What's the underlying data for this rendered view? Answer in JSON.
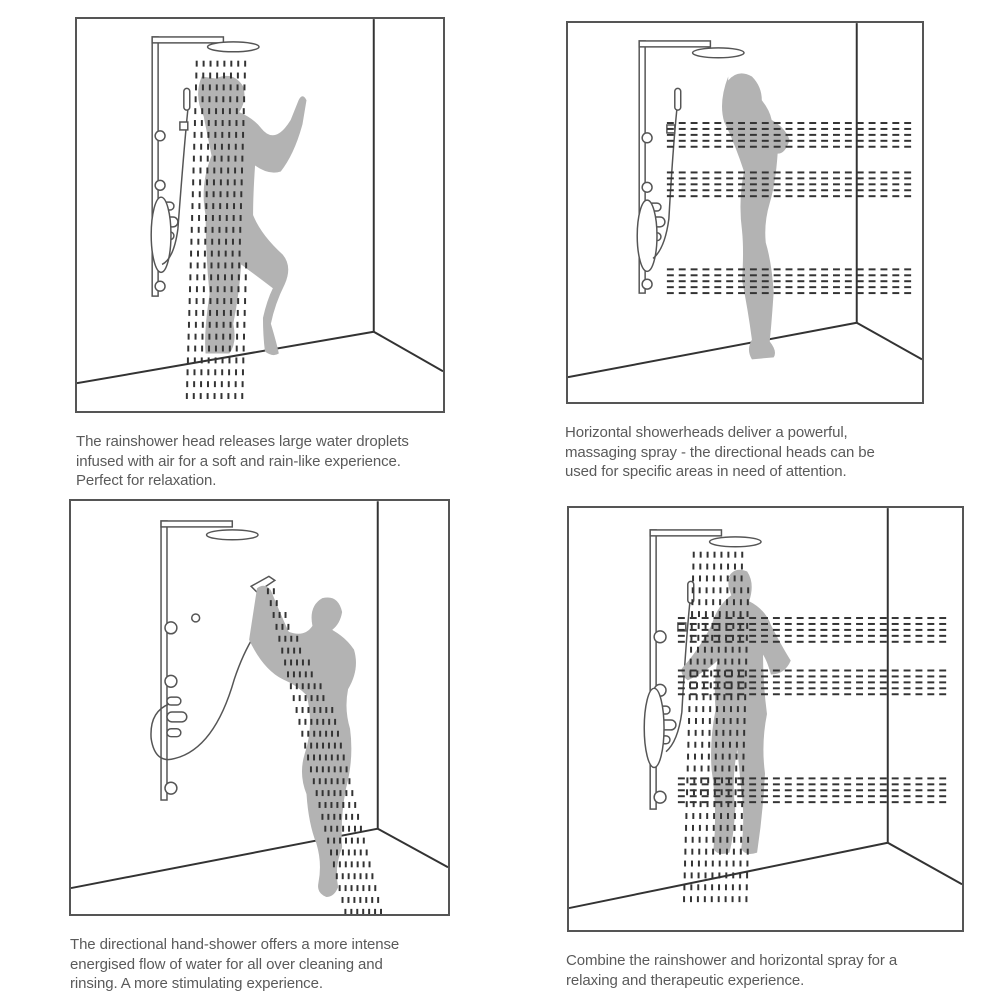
{
  "panels": [
    {
      "id": "rainshower",
      "caption_lines": [
        "The rainshower head releases large water droplets",
        "infused with air for a soft and rain-like experience.",
        "Perfect for relaxation."
      ]
    },
    {
      "id": "horizontal",
      "caption_lines": [
        "Horizontal showerheads deliver a powerful,",
        "massaging spray - the directional heads can be",
        "used for specific areas in need of attention."
      ]
    },
    {
      "id": "hand-shower",
      "caption_lines": [
        "The directional hand-shower offers a more intense",
        "energised flow of water for all over cleaning and",
        "rinsing. A more stimulating experience."
      ]
    },
    {
      "id": "combined",
      "caption_lines": [
        "Combine the rainshower and horizontal spray for  a",
        "relaxing and therapeutic experience."
      ]
    }
  ],
  "colors": {
    "frame": "#555555",
    "silhouette": "#b3b3b3",
    "droplet": "#333333",
    "caption_text": "#5a5a5a"
  }
}
